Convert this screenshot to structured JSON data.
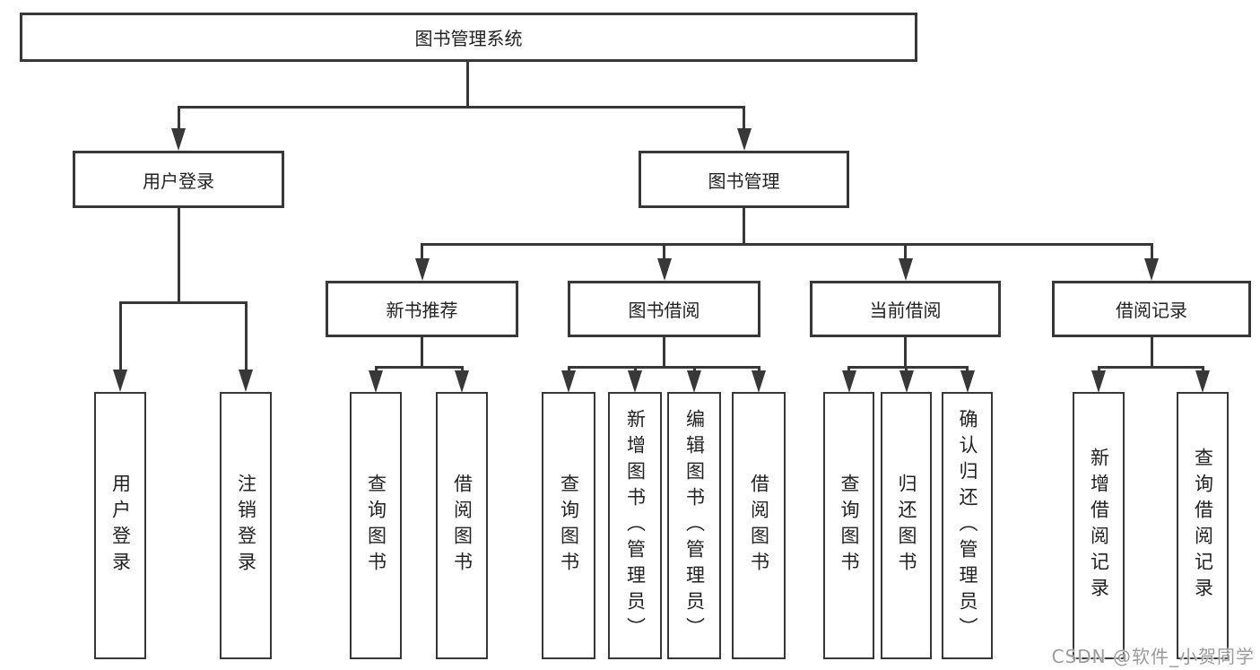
{
  "diagram": {
    "root": "图书管理系统",
    "user_login": {
      "label": "用户登录",
      "children": [
        "用户登录",
        "注销登录"
      ]
    },
    "book_management": {
      "label": "图书管理",
      "sections": [
        {
          "label": "新书推荐",
          "children": [
            "查询图书",
            "借阅图书"
          ]
        },
        {
          "label": "图书借阅",
          "children": [
            "查询图书",
            "新增图书（管理员）",
            "编辑图书（管理员）",
            "借阅图书"
          ]
        },
        {
          "label": "当前借阅",
          "children": [
            "查询图书",
            "归还图书",
            "确认归还（管理员）"
          ]
        },
        {
          "label": "借阅记录",
          "children": [
            "新增借阅记录",
            "查询借阅记录"
          ]
        }
      ]
    }
  },
  "watermark": "CSDN @软件_小贺同学",
  "colors": {
    "line": "#383838",
    "text": "#222222",
    "watermark": "#9b9b9b",
    "background": "#ffffff"
  }
}
